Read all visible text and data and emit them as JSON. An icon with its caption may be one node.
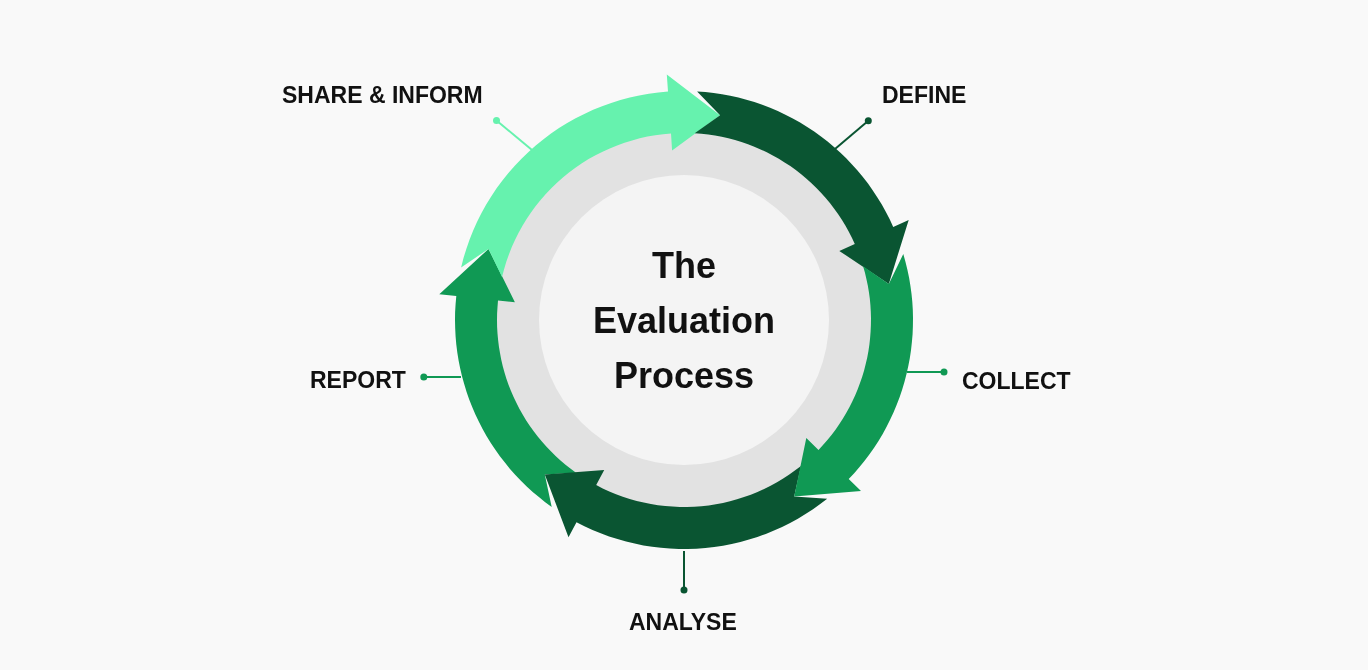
{
  "diagram": {
    "nodes": [
      {
        "text": [
          "The Evaluation Process"
        ]
      },
      {
        "text": [
          "SHARE & INFORM"
        ]
      },
      {
        "text": [
          "DEFINE"
        ]
      },
      {
        "text": [
          "REPORT"
        ]
      },
      {
        "text": [
          "COLLECT"
        ]
      },
      {
        "text": [
          "ANALYSE"
        ]
      },
      {
        "text": [],
        "shape": "arrow"
      },
      {
        "text": [],
        "shape": "arrow"
      },
      {
        "text": [],
        "shape": "arrow"
      },
      {
        "text": [],
        "shape": "arrow"
      },
      {
        "text": [],
        "shape": "arrow"
      }
    ],
    "edges": [
      {
        "from": 1,
        "to": 7,
        "arrow": "other",
        "color": "#66f2ae"
      },
      {
        "from": 2,
        "to": 9,
        "arrow": "other",
        "color": "#0a5532"
      },
      {
        "from": 3,
        "to": 6,
        "arrow": "other",
        "color": "#109954"
      },
      {
        "from": 4,
        "to": 10,
        "arrow": "other",
        "color": "#109954"
      },
      {
        "from": 5,
        "to": 8,
        "arrow": "other",
        "color": "#0a5532"
      }
    ]
  }
}
